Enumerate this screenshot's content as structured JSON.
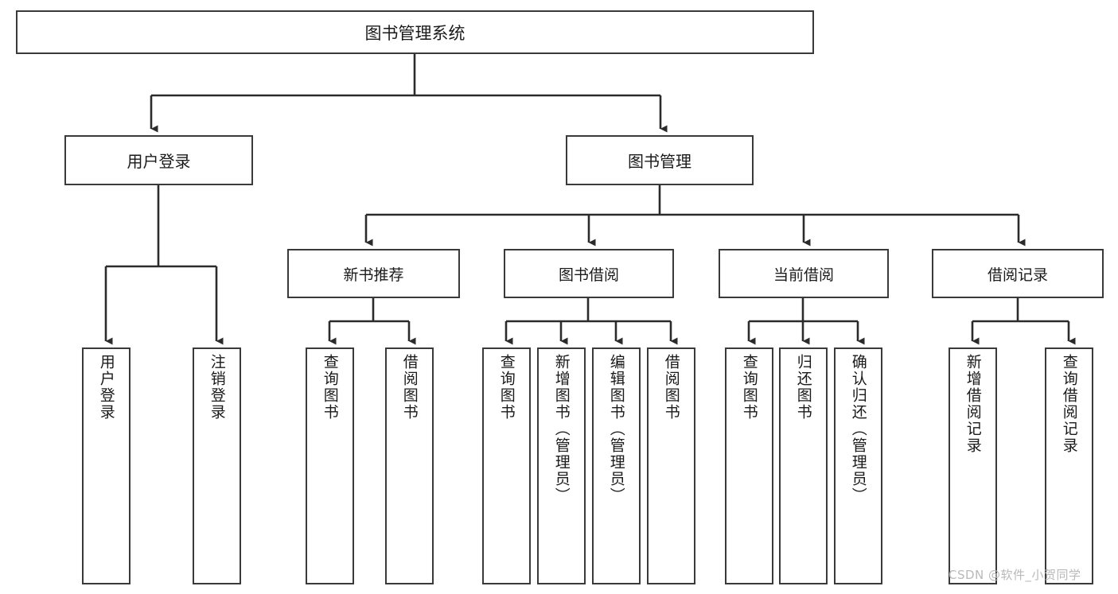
{
  "diagram": {
    "type": "tree",
    "title": "图书管理系统",
    "colors": {
      "node_border": "#3a3a3a",
      "node_fill": "#ffffff",
      "edge": "#2b2b2b",
      "text": "#1a1a1a",
      "watermark": "#b9b9b9"
    },
    "root": {
      "label": "图书管理系统"
    },
    "level1": [
      {
        "label": "用户登录"
      },
      {
        "label": "图书管理"
      }
    ],
    "level2": [
      {
        "label": "新书推荐"
      },
      {
        "label": "图书借阅"
      },
      {
        "label": "当前借阅"
      },
      {
        "label": "借阅记录"
      }
    ],
    "leaves": {
      "user_login": [
        {
          "label": "用户登录"
        },
        {
          "label": "注销登录"
        }
      ],
      "new_book_recommend": [
        {
          "label": "查询图书"
        },
        {
          "label": "借阅图书"
        }
      ],
      "book_borrow": [
        {
          "label": "查询图书"
        },
        {
          "label": "新增图书（管理员）"
        },
        {
          "label": "编辑图书（管理员）"
        },
        {
          "label": "借阅图书"
        }
      ],
      "current_borrow": [
        {
          "label": "查询图书"
        },
        {
          "label": "归还图书"
        },
        {
          "label": "确认归还（管理员）"
        }
      ],
      "borrow_record": [
        {
          "label": "新增借阅记录"
        },
        {
          "label": "查询借阅记录"
        }
      ]
    }
  },
  "watermark": {
    "text": "CSDN @软件_小贺同学"
  }
}
